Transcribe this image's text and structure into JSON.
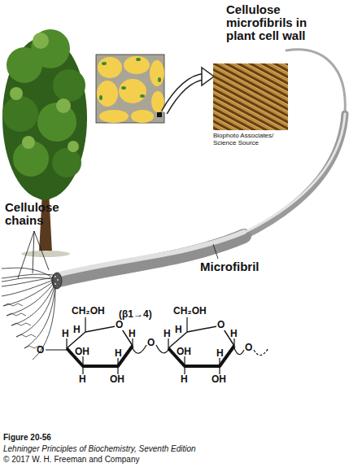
{
  "diagram": {
    "caption": "Figure 20-56",
    "nodes": [
      {
        "text": [
          "Cellulose microfibrils in plant cell wall",
          "Biophoto Associates/ Science Source"
        ]
      }
    ],
    "labels": [
      "Cellulose chains",
      "Microfibril",
      "CH₂OH",
      "(β1→4)",
      "CH₂OH",
      "H",
      "O",
      "O",
      "H",
      "OH",
      "H",
      "H",
      "H",
      "OH",
      "O",
      "H",
      "O",
      "H",
      "OH",
      "H",
      "H",
      "H",
      "OH",
      "O",
      "Lehninger Principles of Biochemistry, Seventh Edition",
      "© 2017 W. H. Freeman and Company"
    ]
  }
}
